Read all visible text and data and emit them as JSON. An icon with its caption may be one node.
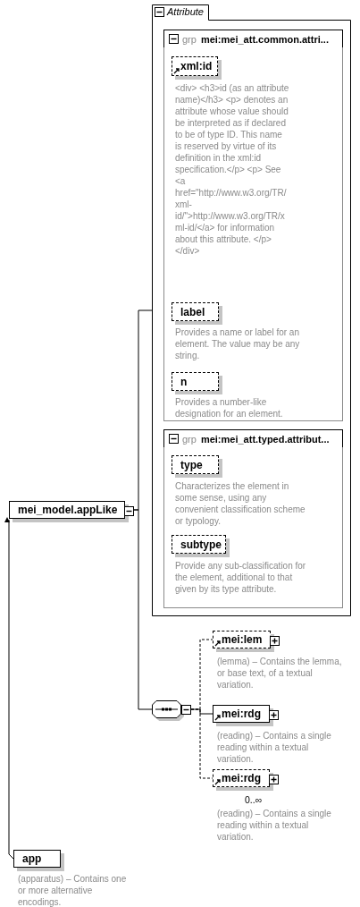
{
  "diagram": {
    "nodes": [
      {
        "text": [
          "Attribute"
        ]
      },
      {
        "text": [
          "grp",
          "mei:mei_att.common.attri..."
        ],
        "in": 0
      },
      {
        "text": [
          "xml:id"
        ],
        "in": 1,
        "beside": [
          "<div> <h3>id (as an attribute name)</h3> <p> denotes an attribute whose value should be interpreted as if declared to be of type ID. This name is reserved by virtue of its definition in the xml:id specification.</p> <p> See <a href=\"http://www.w3.org/TR/xml-id/\">http://www.w3.org/TR/xml-id/</a> for information about this attribute. </p> </div>"
        ]
      },
      {
        "text": [
          "label"
        ],
        "in": 1,
        "beside": [
          "Provides a name or label for an element. The value may be any string."
        ]
      },
      {
        "text": [
          "n"
        ],
        "in": 1,
        "beside": [
          "Provides a number-like designation for an element."
        ]
      },
      {
        "text": [
          "grp",
          "mei:mei_att.typed.attribut..."
        ],
        "in": 0
      },
      {
        "text": [
          "type"
        ],
        "in": 5,
        "beside": [
          "Characterizes the element in some sense, using any convenient classification scheme or typology."
        ]
      },
      {
        "text": [
          "subtype"
        ],
        "in": 5,
        "beside": [
          "Provide any sub-classification for the element, additional to that given by its type attribute."
        ]
      },
      {
        "text": [
          "mei_model.appLike"
        ]
      },
      {
        "text": [],
        "shape": "octagon"
      },
      {
        "text": [
          "mei:lem"
        ],
        "beside": [
          "(lemma) – Contains the lemma, or base text, of a textual variation."
        ]
      },
      {
        "text": [
          "mei:rdg"
        ],
        "beside": [
          "(reading) – Contains a single reading within a textual variation."
        ]
      },
      {
        "text": [
          "mei:rdg"
        ],
        "beside": [
          "0..∞",
          "(reading) – Contains a single reading within a textual variation."
        ]
      },
      {
        "text": [
          "app"
        ],
        "beside": [
          "(apparatus) – Contains one or more alternative encodings."
        ]
      }
    ],
    "edges": [
      {
        "from": 8,
        "to": 0,
        "arrow": "none"
      },
      {
        "from": 8,
        "to": 9,
        "arrow": "none"
      },
      {
        "from": 9,
        "to": 10,
        "arrow": "none",
        "style": "dashed"
      },
      {
        "from": 9,
        "to": 11,
        "arrow": "none"
      },
      {
        "from": 9,
        "to": 12,
        "arrow": "none",
        "style": "dashed"
      },
      {
        "from": 13,
        "to": 8,
        "arrow": "to"
      }
    ]
  }
}
